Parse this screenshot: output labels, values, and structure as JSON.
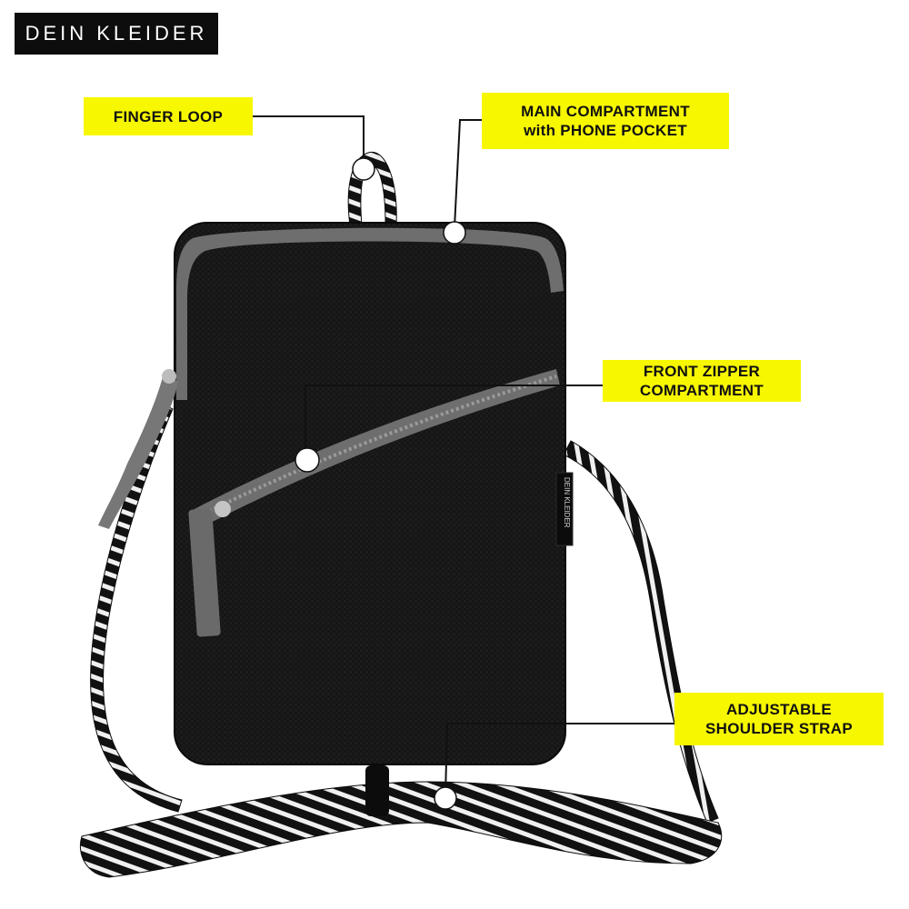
{
  "brand": {
    "name": "DEIN KLEIDER"
  },
  "product_label_text": "DEIN KLEIDER",
  "callouts": {
    "finger_loop": {
      "line1": "FINGER LOOP"
    },
    "main_compartment": {
      "line1": "MAIN COMPARTMENT",
      "line2": "with PHONE POCKET"
    },
    "front_zipper": {
      "line1": "FRONT ZIPPER",
      "line2": "COMPARTMENT"
    },
    "shoulder_strap": {
      "line1": "ADJUSTABLE",
      "line2": "SHOULDER STRAP"
    }
  },
  "colors": {
    "callout_bg": "#f7f700",
    "bag_body": "#141414",
    "zipper_trim": "#6e6e6e",
    "strap_white": "#f2f2f2",
    "brand_bg": "#0d0d0d"
  }
}
